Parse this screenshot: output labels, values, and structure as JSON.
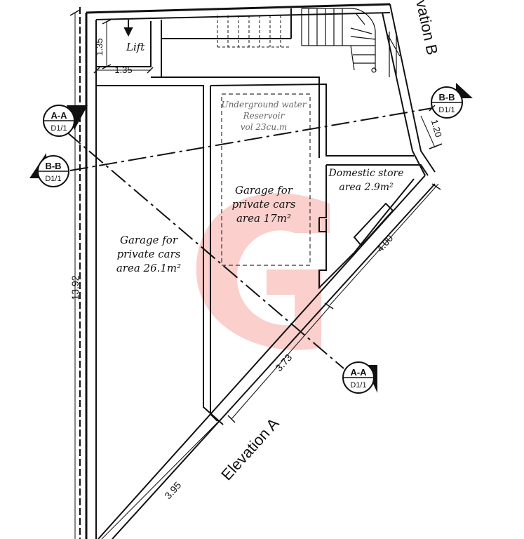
{
  "rooms": {
    "lift": "Lift",
    "garage_left": {
      "line1": "Garage for",
      "line2": "private cars",
      "line3": "area 26.1m²"
    },
    "garage_center": {
      "line1": "Garage for",
      "line2": "private cars",
      "line3": "area 17m²"
    },
    "domestic_store": {
      "line1": "Domestic store",
      "line2": "area 2.9m²"
    },
    "reservoir": {
      "line1": "Underground water",
      "line2": "Reservoir",
      "line3": "vol 23cu.m"
    }
  },
  "dimensions": {
    "lift_height": "1.35",
    "lift_width": "1.35",
    "left_total": "13.92",
    "right_gap": "1.20",
    "diag_upper": "4.00",
    "diag_middle": "3.73",
    "diag_lower": "3.95"
  },
  "elevations": {
    "a": "Elevation A",
    "b": "Elevation B"
  },
  "sections": {
    "aa": {
      "letter": "A-A",
      "sheet": "D1/1"
    },
    "bb": {
      "letter": "B-B",
      "sheet": "D1/1"
    }
  },
  "colors": {
    "watermark": "#f6a8a3",
    "walls": "#111111"
  }
}
